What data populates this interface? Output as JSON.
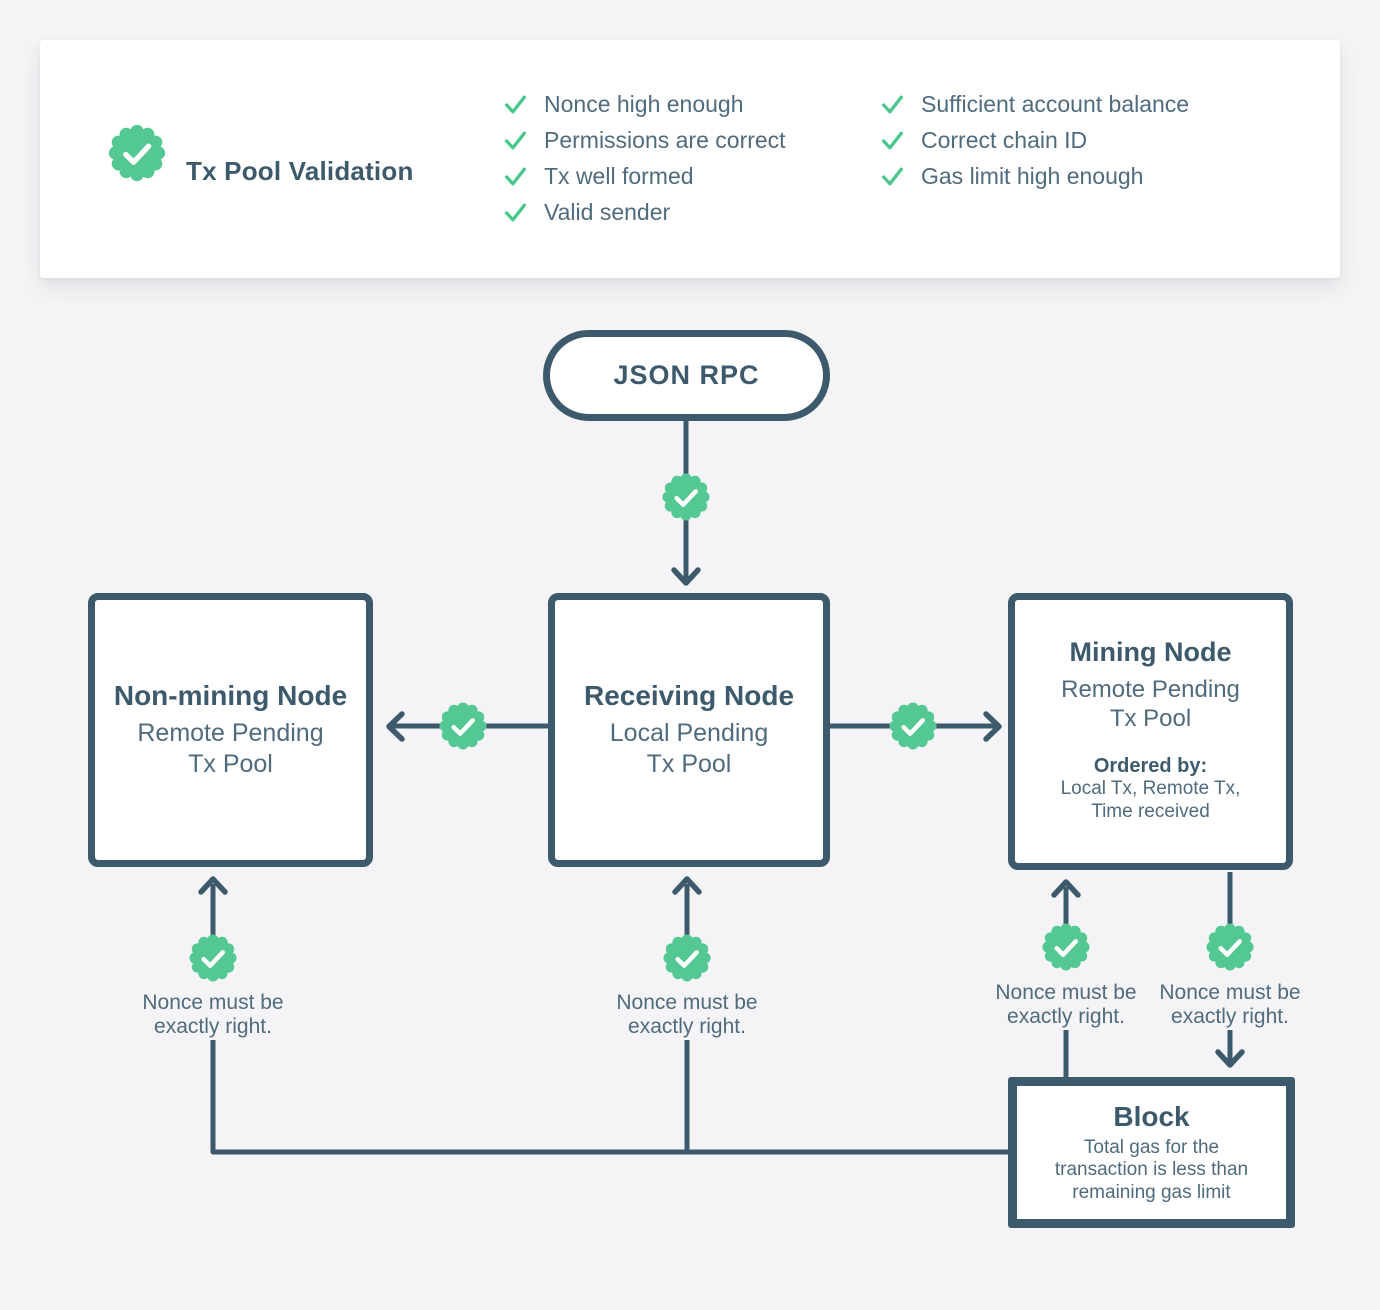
{
  "colors": {
    "accent_green": "#54c892",
    "check_green": "#49c78d",
    "ink": "#3d5a6c",
    "body_text": "#4f6b7d",
    "background": "#f4f4f6",
    "card_background": "#ffffff"
  },
  "icons": {
    "badge": "seal-check-icon",
    "list_check": "check-icon"
  },
  "validation_card": {
    "title": "Tx Pool Validation",
    "checks_col1": [
      "Nonce high enough",
      "Permissions are correct",
      "Tx well formed",
      "Valid sender"
    ],
    "checks_col2": [
      "Sufficient account balance",
      "Correct chain ID",
      "Gas limit high enough"
    ]
  },
  "flow": {
    "start_label": "JSON RPC",
    "non_mining": {
      "title": "Non-mining Node",
      "line1": "Remote Pending",
      "line2": "Tx Pool"
    },
    "receiving": {
      "title": "Receiving Node",
      "line1": "Local Pending",
      "line2": "Tx Pool"
    },
    "mining": {
      "title": "Mining Node",
      "line1": "Remote Pending",
      "line2": "Tx Pool",
      "ordered_label": "Ordered by:",
      "ordered_line1": "Local Tx, Remote Tx,",
      "ordered_line2": "Time received"
    },
    "block": {
      "title": "Block",
      "line1": "Total gas for the",
      "line2": "transaction is less than",
      "line3": "remaining gas limit"
    },
    "nonce_note": {
      "line1": "Nonce must be",
      "line2": "exactly right."
    }
  }
}
